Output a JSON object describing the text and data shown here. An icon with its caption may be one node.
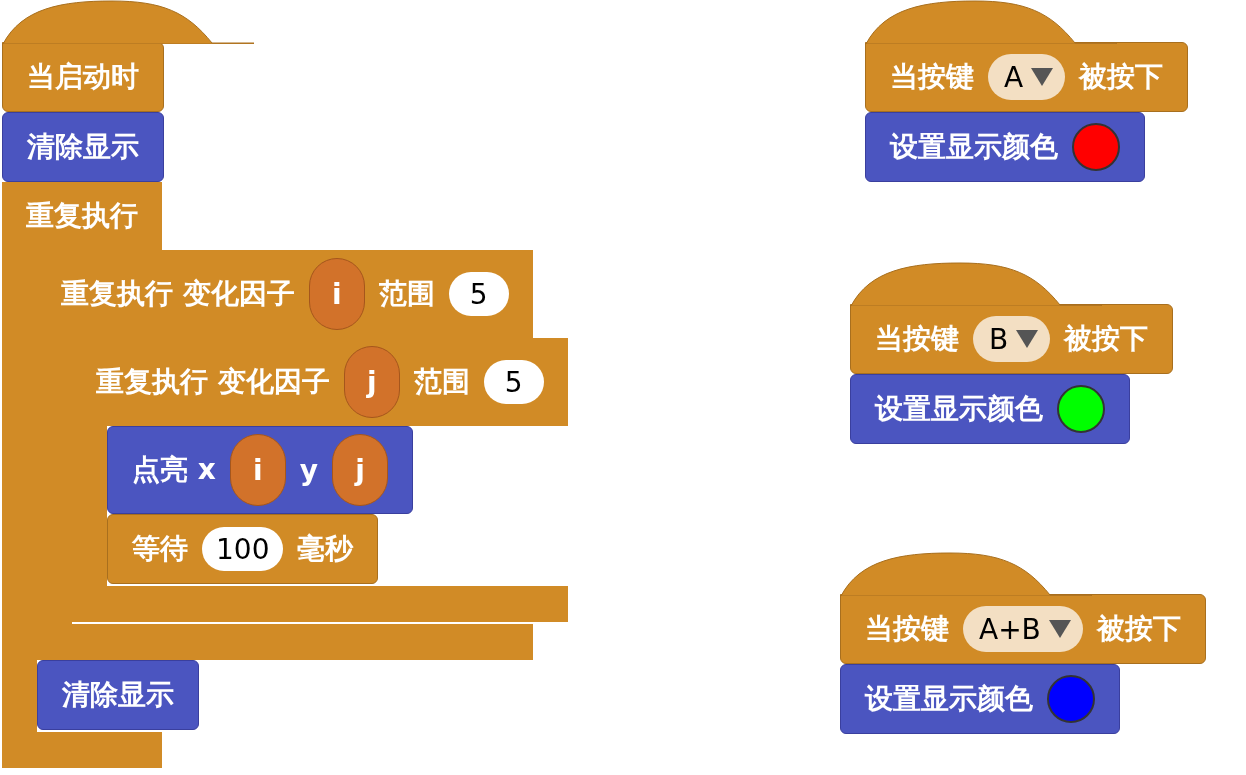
{
  "diagram": {
    "nodes": [
      {
        "text": [
          "当启动时"
        ]
      },
      {
        "text": [
          "清除显示"
        ]
      },
      {
        "text": [
          "重复执行"
        ]
      },
      {
        "text": [
          "重复执行 变化因子",
          "范围"
        ],
        "in": 2
      },
      {
        "text": [
          "i"
        ],
        "in": 3
      },
      {
        "text": [
          "5"
        ],
        "in": 3
      },
      {
        "text": [
          "重复执行 变化因子",
          "范围"
        ],
        "in": 3
      },
      {
        "text": [
          "j"
        ],
        "in": 6
      },
      {
        "text": [
          "5"
        ],
        "in": 6
      },
      {
        "text": [
          "点亮 x",
          "y"
        ],
        "in": 6
      },
      {
        "text": [
          "i"
        ],
        "in": 9
      },
      {
        "text": [
          "j"
        ],
        "in": 9
      },
      {
        "text": [
          "等待",
          "毫秒"
        ],
        "in": 6
      },
      {
        "text": [
          "100"
        ],
        "in": 12
      },
      {
        "text": [
          "清除显示"
        ],
        "in": 2
      },
      {
        "text": [
          "当按键",
          "被按下"
        ]
      },
      {
        "text": [
          "A"
        ],
        "in": 15
      },
      {
        "text": [
          "设置显示颜色"
        ]
      },
      {
        "text": [],
        "shape": "circle",
        "in": 17
      },
      {
        "text": [
          "当按键",
          "被按下"
        ]
      },
      {
        "text": [
          "B"
        ],
        "in": 19
      },
      {
        "text": [
          "设置显示颜色"
        ]
      },
      {
        "text": [],
        "shape": "circle",
        "in": 21
      },
      {
        "text": [
          "当按键",
          "被按下"
        ]
      },
      {
        "text": [
          "A+B"
        ],
        "in": 23
      },
      {
        "text": [
          "设置显示颜色"
        ]
      },
      {
        "text": [],
        "shape": "circle",
        "in": 25
      }
    ]
  }
}
